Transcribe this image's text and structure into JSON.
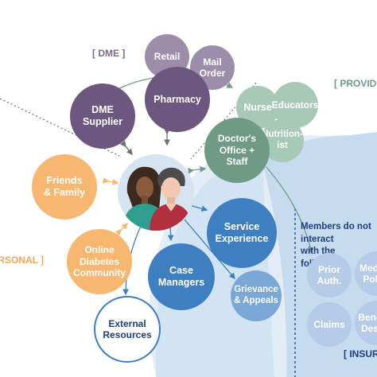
{
  "sections": {
    "dme": "[ DME ]",
    "providers": "[ PROVIDERS ]",
    "personal": "[ PERSONAL ]",
    "insurance": "[ INSURANCE ]"
  },
  "nodes": {
    "retail": "Retail",
    "mail_order": "Mail\nOrder",
    "pharmacy": "Pharmacy",
    "dme_supplier": "DME\nSupplier",
    "nurse": "Nurse",
    "educators": "Educators",
    "nutritionist": "Nutrition-\nist",
    "doctors_office": "Doctor's\nOffice +\nStaff",
    "friends_family": "Friends\n& Family",
    "online_community": "Online\nDiabetes\nCommunity",
    "service_experience": "Service\nExperience",
    "case_managers": "Case\nManagers",
    "grievance": "Grievance\n& Appeals",
    "external_resources": "External\nResources",
    "prior_auth": "Prior\nAuth.",
    "medical_policy": "Medical\nPolicy",
    "claims": "Claims",
    "benefits": "Benefits\nDesign"
  },
  "members_note": "Members do not interact\nwith the following:",
  "colors": {
    "dme_purple": "#6b577f",
    "retail_purple": "#9c8eab",
    "doctor_green": "#6e9a86",
    "nurse_green": "#a8c8b8",
    "orange": "#f7b771",
    "blue_dark": "#3d7fc1",
    "blue_light": "#d6e4f2",
    "navy_text": "#1d3f80",
    "insurance_fill": "#c6dcee"
  },
  "icons": [
    "patient-couple-icon",
    "bidirectional-arrow-icon",
    "connector-arrow-icon"
  ]
}
